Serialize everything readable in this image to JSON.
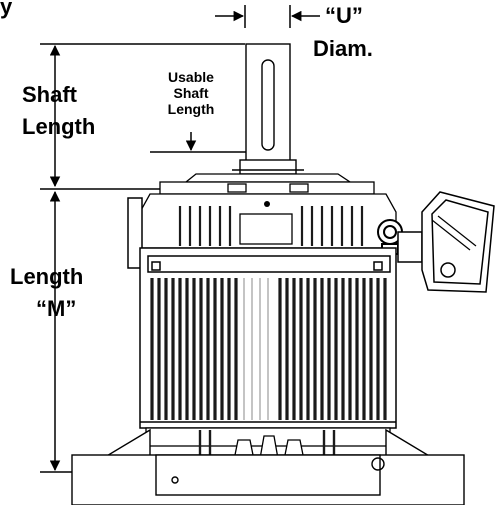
{
  "labels": {
    "corner_fragment": "y",
    "u_diam_line1": "“U”",
    "u_diam_line2": "Diam.",
    "shaft_length_line1": "Shaft",
    "shaft_length_line2": "Length",
    "usable_shaft_line1": "Usable",
    "usable_shaft_line2": "Shaft",
    "usable_shaft_line3": "Length",
    "length_m_line1": "Length",
    "length_m_line2": "“M”"
  },
  "colors": {
    "line": "#000000",
    "background": "#ffffff",
    "fin_dark": "#1a1a1a"
  }
}
